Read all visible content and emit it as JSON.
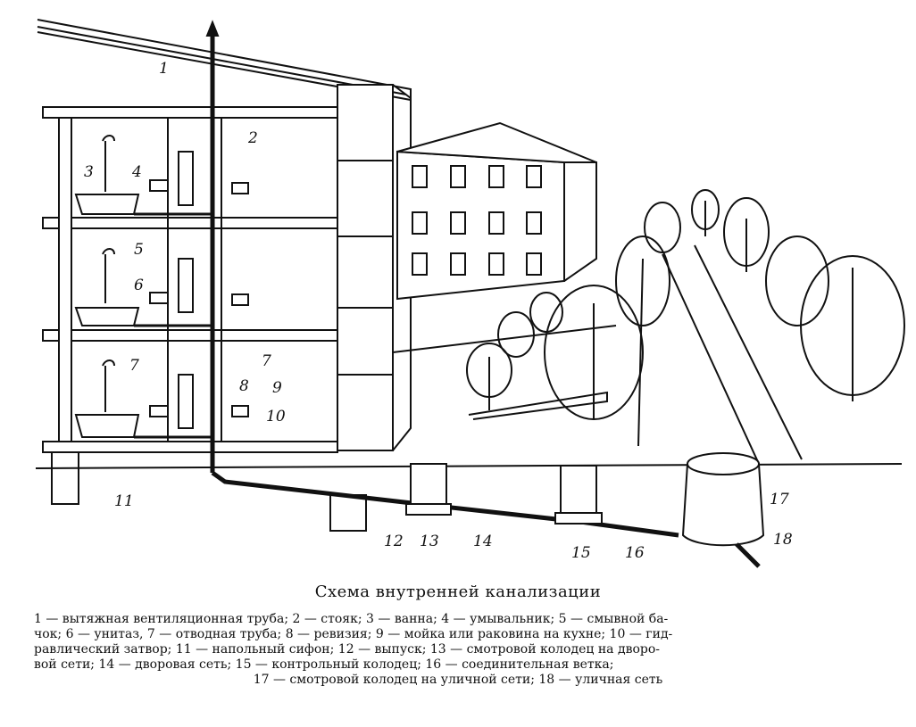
{
  "figure": {
    "labels": [
      "1",
      "2",
      "3",
      "4",
      "5",
      "6",
      "7",
      "7",
      "8",
      "9",
      "10",
      "11",
      "12",
      "13",
      "14",
      "15",
      "16",
      "17",
      "18"
    ]
  },
  "caption": {
    "title": "Схема внутренней канализации",
    "legend_lines": [
      "1 — вытяжная вентиляционная труба; 2 — стояк; 3 — ванна; 4 — умывальник; 5 — смывной ба-",
      "чок; 6 — унитаз, 7 — отводная труба; 8 — ревизия; 9 — мойка или раковина на кухне; 10 — гид-",
      "равлический затвор; 11 — напольный сифон; 12 — выпуск; 13 — смотровой колодец на дворо-",
      "вой сети; 14 — дворовая сеть; 15 — контрольный колодец; 16 — соединительная ветка;",
      "17 — смотровой колодец на уличной сети; 18 — уличная сеть"
    ]
  }
}
